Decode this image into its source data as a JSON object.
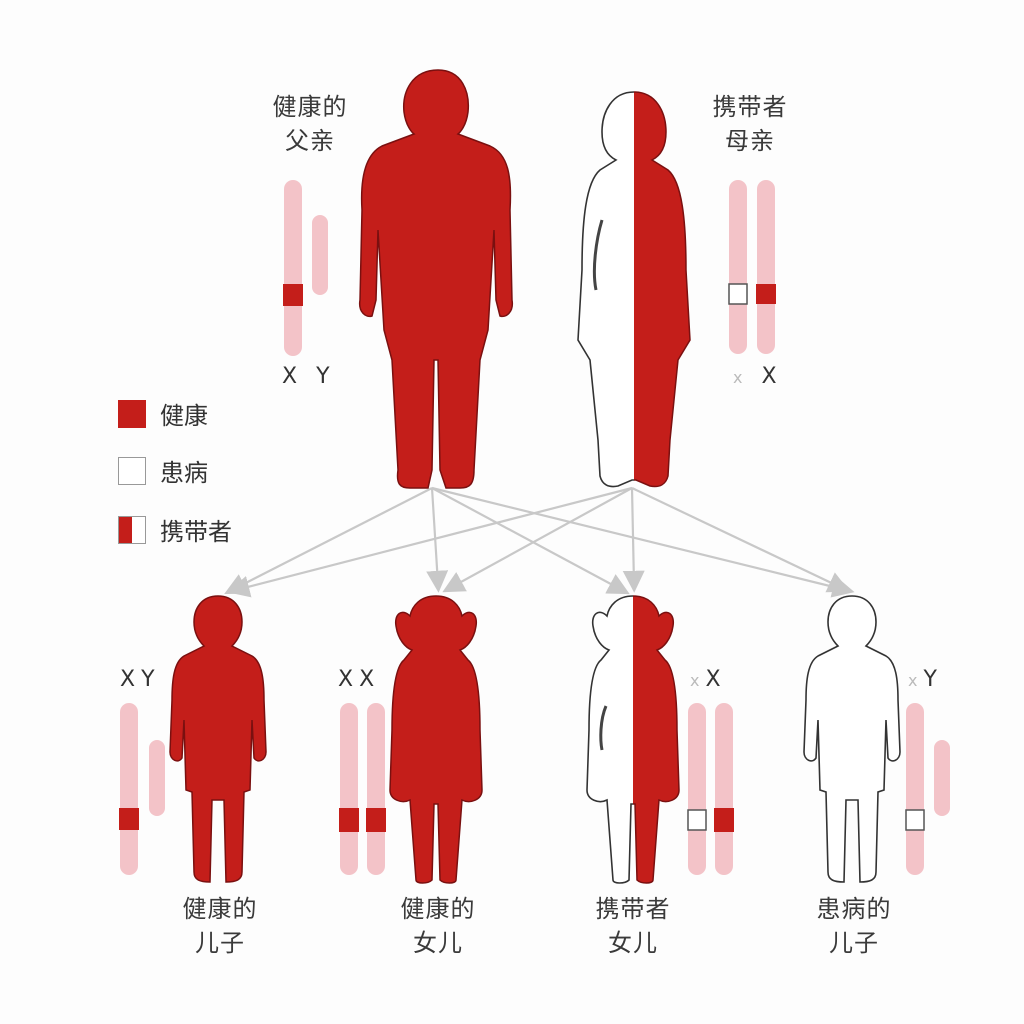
{
  "colors": {
    "healthy": "#c41e1a",
    "affected": "#ffffff",
    "chromosome": "#f3c3c8",
    "arrow": "#c8c8c8",
    "outline": "#333333",
    "text": "#3a3a3a"
  },
  "parents": {
    "father": {
      "label_line1": "健康的",
      "label_line2": "父亲",
      "chromosomes": "X Y",
      "status": "healthy"
    },
    "mother": {
      "label_line1": "携带者",
      "label_line2": "母亲",
      "chromosomes_a": "x",
      "chromosomes_b": "X",
      "status": "carrier"
    }
  },
  "legend": {
    "items": [
      {
        "label": "健康",
        "type": "healthy"
      },
      {
        "label": "患病",
        "type": "affected"
      },
      {
        "label": "携带者",
        "type": "carrier"
      }
    ]
  },
  "children": [
    {
      "label_line1": "健康的",
      "label_line2": "儿子",
      "chrom_a": "X",
      "chrom_b": "Y",
      "status": "healthy"
    },
    {
      "label_line1": "健康的",
      "label_line2": "女儿",
      "chrom_a": "X",
      "chrom_b": "X",
      "status": "healthy"
    },
    {
      "label_line1": "携带者",
      "label_line2": "女儿",
      "chrom_a": "x",
      "chrom_b": "X",
      "status": "carrier"
    },
    {
      "label_line1": "患病的",
      "label_line2": "儿子",
      "chrom_a": "x",
      "chrom_b": "Y",
      "status": "affected"
    }
  ]
}
